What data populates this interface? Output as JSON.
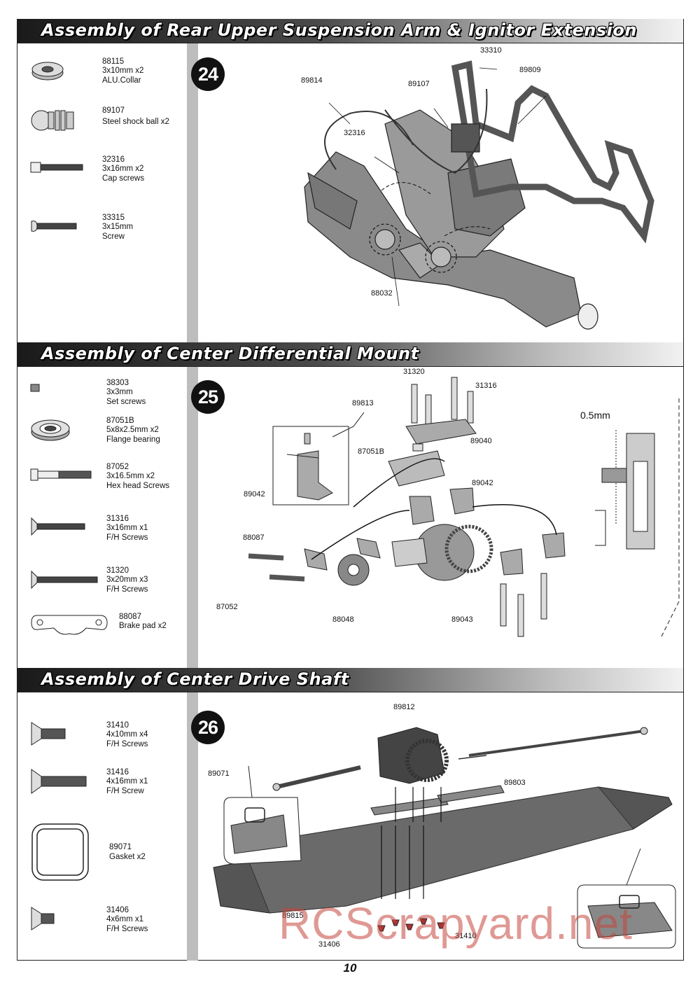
{
  "sections": [
    {
      "title": "Assembly of Rear Upper Suspension Arm & Ignitor Extension",
      "step": "24",
      "parts": [
        {
          "number": "88115",
          "desc": "3x10mm x2\nALU.Collar",
          "icon": "alu-collar-icon"
        },
        {
          "number": "89107",
          "desc": "Steel shock ball x2",
          "icon": "shock-ball-icon"
        },
        {
          "number": "32316",
          "desc": "3x16mm x2\nCap screws",
          "icon": "cap-screw-icon"
        },
        {
          "number": "33315",
          "desc": "3x15mm\nScrew",
          "icon": "button-screw-icon"
        }
      ],
      "callouts": [
        "33310",
        "89814",
        "89107",
        "89809",
        "32316",
        "88032"
      ]
    },
    {
      "title": "Assembly of Center Differential Mount",
      "step": "25",
      "parts": [
        {
          "number": "38303",
          "desc": "3x3mm\nSet screws",
          "icon": "set-screw-icon"
        },
        {
          "number": "87051B",
          "desc": "5x8x2.5mm x2\nFlange bearing",
          "icon": "flange-bearing-icon"
        },
        {
          "number": "87052",
          "desc": "3x16.5mm x2\nHex head Screws",
          "icon": "hex-screw-icon"
        },
        {
          "number": "31316",
          "desc": "3x16mm x1\nF/H Screws",
          "icon": "flat-head-screw-icon"
        },
        {
          "number": "31320",
          "desc": "3x20mm x3\nF/H Screws",
          "icon": "flat-head-screw-icon"
        },
        {
          "number": "88087",
          "desc": "Brake pad x2",
          "icon": "brake-pad-icon"
        }
      ],
      "callouts": [
        "31320",
        "31316",
        "89813",
        "89040",
        "87051B",
        "89042",
        "89042",
        "88087",
        "87052",
        "88048",
        "89043",
        "0.5mm"
      ]
    },
    {
      "title": "Assembly of Center Drive Shaft",
      "step": "26",
      "parts": [
        {
          "number": "31410",
          "desc": "4x10mm x4\nF/H Screws",
          "icon": "flat-head-screw-icon"
        },
        {
          "number": "31416",
          "desc": "4x16mm x1\nF/H Screw",
          "icon": "flat-head-screw-icon"
        },
        {
          "number": "89071",
          "desc": "Gasket x2",
          "icon": "gasket-icon"
        },
        {
          "number": "31406",
          "desc": "4x6mm x1\nF/H Screws",
          "icon": "flat-head-screw-icon"
        }
      ],
      "callouts": [
        "89812",
        "89071",
        "89803",
        "89815",
        "31410",
        "31406"
      ]
    }
  ],
  "page_number": "10",
  "watermark": "RCScrapyard.net"
}
